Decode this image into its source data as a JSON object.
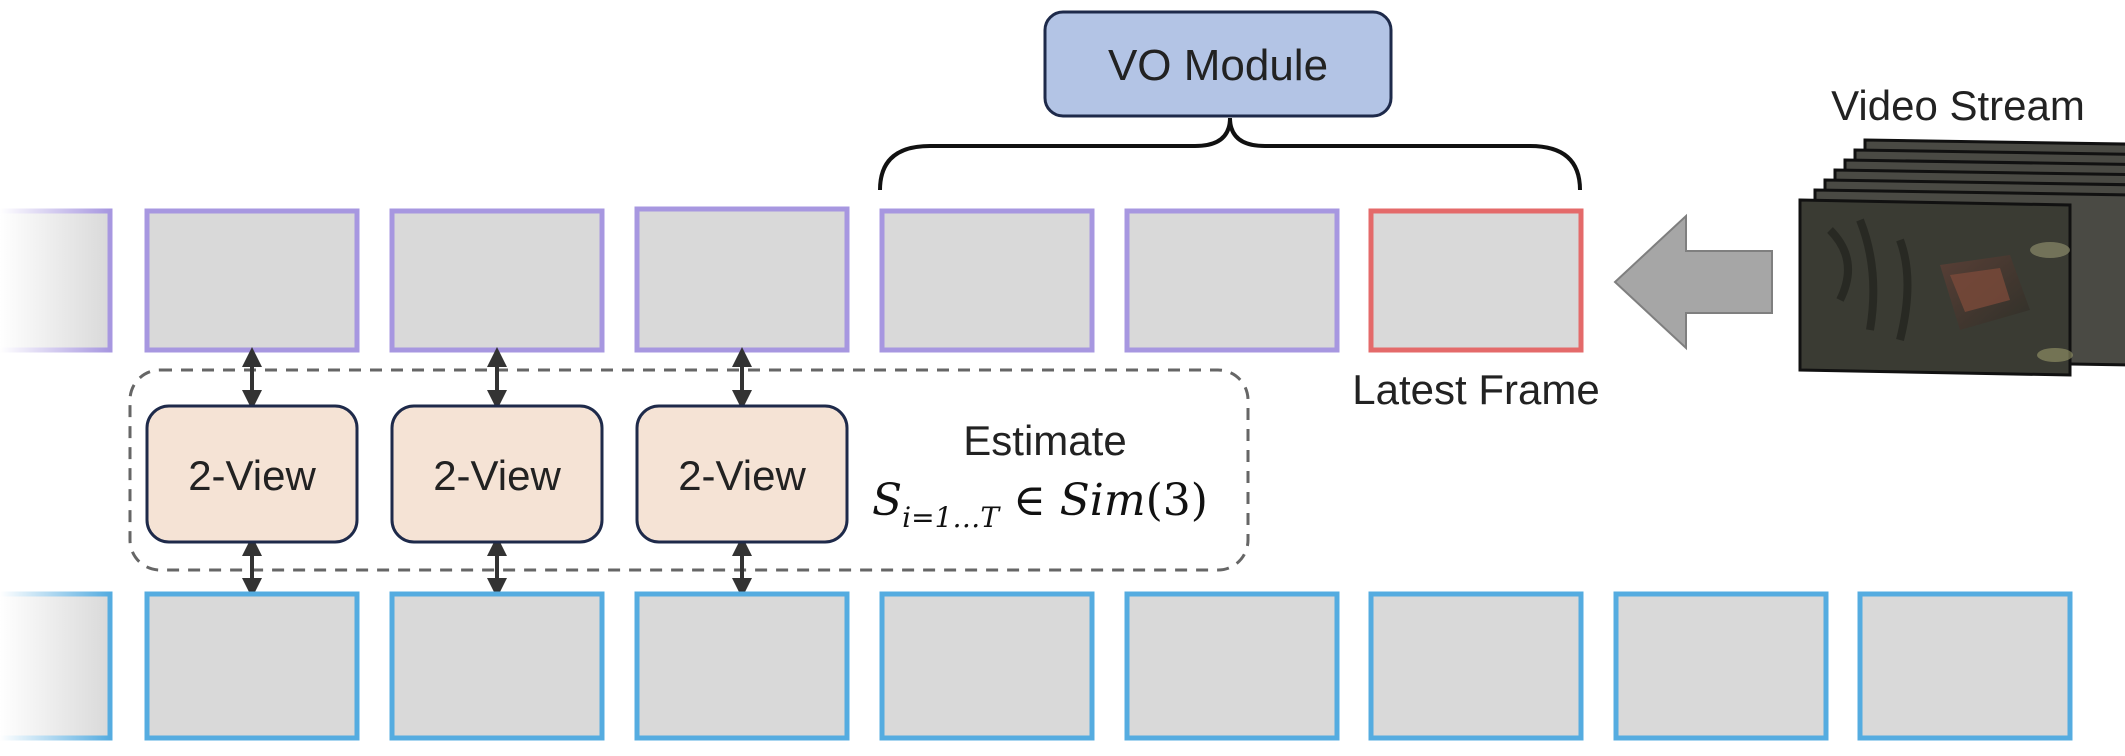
{
  "vo_module": {
    "label": "VO Module"
  },
  "video_stream": {
    "label": "Video Stream"
  },
  "latest_frame": {
    "label": "Latest Frame"
  },
  "two_view_blocks": [
    {
      "label": "2-View"
    },
    {
      "label": "2-View"
    },
    {
      "label": "2-View"
    }
  ],
  "estimate": {
    "label": "Estimate",
    "symbol": "S",
    "subscript": "i=1…T",
    "relation": "∈",
    "group_name": "Sim",
    "group_arg": "(3)"
  },
  "colors": {
    "top_frame_border": "#a797e0",
    "latest_frame_border": "#e46a6a",
    "bottom_frame_border": "#55ace0",
    "frame_fill": "#d9d9d9",
    "vo_module_fill": "#b3c4e5",
    "two_view_fill": "#f5e3d5",
    "box_border": "#1e2a4a",
    "arrow_fill": "#a6a6a6"
  }
}
